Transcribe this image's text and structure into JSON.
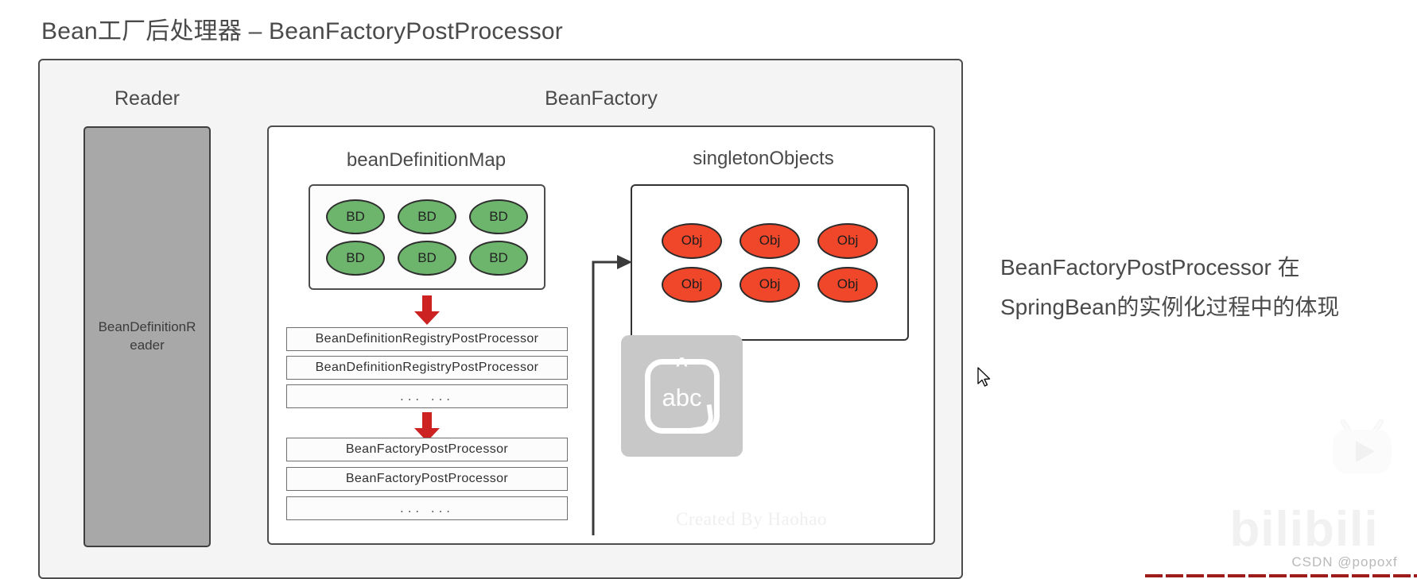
{
  "page": {
    "title": "Bean工厂后处理器 – BeanFactoryPostProcessor"
  },
  "diagram": {
    "reader": {
      "heading": "Reader",
      "box_label": "BeanDefinitionReader"
    },
    "beanfactory": {
      "heading": "BeanFactory",
      "bean_definition_map": {
        "title": "beanDefinitionMap",
        "rows": [
          [
            "BD",
            "BD",
            "BD"
          ],
          [
            "BD",
            "BD",
            "BD"
          ]
        ]
      },
      "singleton_objects": {
        "title": "singletonObjects",
        "rows": [
          [
            "Obj",
            "Obj",
            "Obj"
          ],
          [
            "Obj",
            "Obj",
            "Obj"
          ]
        ]
      },
      "registry_post_processors": [
        "BeanDefinitionRegistryPostProcessor",
        "BeanDefinitionRegistryPostProcessor",
        "... ..."
      ],
      "factory_post_processors": [
        "BeanFactoryPostProcessor",
        "BeanFactoryPostProcessor",
        "... ..."
      ]
    },
    "watermark": "Created By Haohao"
  },
  "caption": {
    "line1": "BeanFactoryPostProcessor 在",
    "line2": "SpringBean的实例化过程中的体现"
  },
  "overlays": {
    "ime": {
      "label": "abc",
      "caret": "^"
    },
    "bilibili_wordmark": "bilibili",
    "csdn": "CSDN @popoxf"
  },
  "colors": {
    "bd_green": "#6db56d",
    "obj_red": "#f0462a",
    "arrow_red": "#cc2222",
    "frame_bg": "#f4f4f4",
    "reader_grey": "#a8a8a8"
  }
}
